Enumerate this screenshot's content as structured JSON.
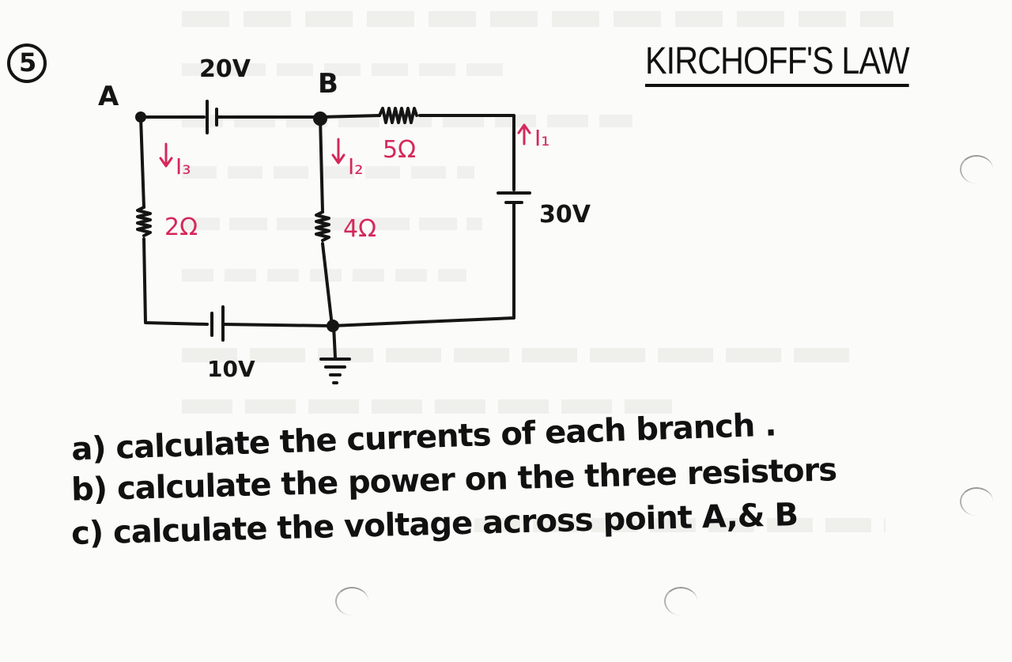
{
  "problem_number": "5",
  "title": "KIRCHOFF'S LAW",
  "nodes": {
    "a": "A",
    "b": "B"
  },
  "sources": {
    "top": "20V",
    "bottom": "10V",
    "right": "30V"
  },
  "resistors": {
    "left": "2Ω",
    "middle": "4Ω",
    "top": "5Ω"
  },
  "currents": {
    "i1": "I₁",
    "i2": "I₂",
    "i3": "I₃"
  },
  "questions": [
    "a) calculate the currents of each branch .",
    "b) calculate the power on the three resistors",
    "c) calculate the voltage across point A,& B"
  ],
  "colors": {
    "ink": "#151515",
    "annotation": "#d4285a",
    "paper": "#fbfbf9"
  }
}
